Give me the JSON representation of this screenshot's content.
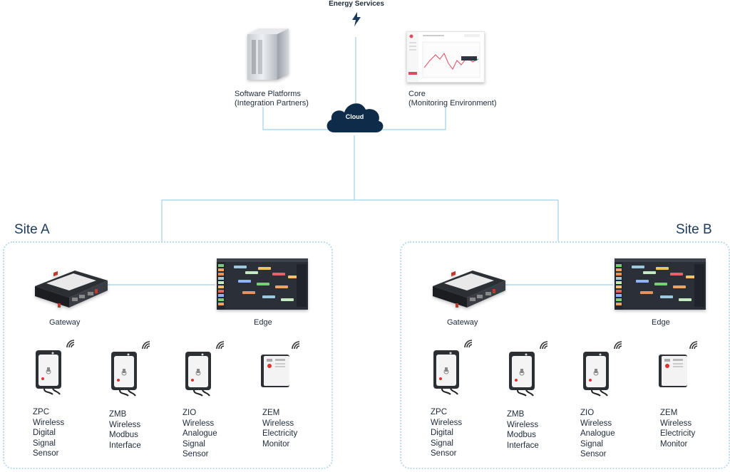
{
  "energy_services": {
    "label": "Energy Services"
  },
  "cloud": {
    "label": "Cloud",
    "color": "#0e2b4a"
  },
  "software_platforms": {
    "line1": "Software Platforms",
    "line2": "(Integration Partners)"
  },
  "core": {
    "line1": "Core",
    "line2": "(Monitoring Environment)"
  },
  "sites": [
    {
      "title": "Site A",
      "gateway_label": "Gateway",
      "edge_label": "Edge",
      "devices": [
        {
          "lines": [
            "ZPC",
            "Wireless",
            "Digital",
            "Signal Sensor"
          ]
        },
        {
          "lines": [
            "ZMB",
            "Wireless",
            "Modbus",
            "Interface"
          ]
        },
        {
          "lines": [
            "ZIO",
            "Wireless",
            "Analogue",
            "Signal Sensor"
          ]
        },
        {
          "lines": [
            "ZEM",
            "Wireless",
            "Electricity",
            "Monitor"
          ]
        }
      ]
    },
    {
      "title": "Site B",
      "gateway_label": "Gateway",
      "edge_label": "Edge",
      "devices": [
        {
          "lines": [
            "ZPC",
            "Wireless",
            "Digital",
            "Signal Sensor"
          ]
        },
        {
          "lines": [
            "ZMB",
            "Wireless",
            "Modbus",
            "Interface"
          ]
        },
        {
          "lines": [
            "ZIO",
            "Wireless",
            "Analogue",
            "Signal Sensor"
          ]
        },
        {
          "lines": [
            "ZEM",
            "Wireless",
            "Electricity",
            "Monitor"
          ]
        }
      ]
    }
  ],
  "colors": {
    "line": "#9fd0ea",
    "box_border": "#b9dcec",
    "title": "#1c3a5c"
  }
}
